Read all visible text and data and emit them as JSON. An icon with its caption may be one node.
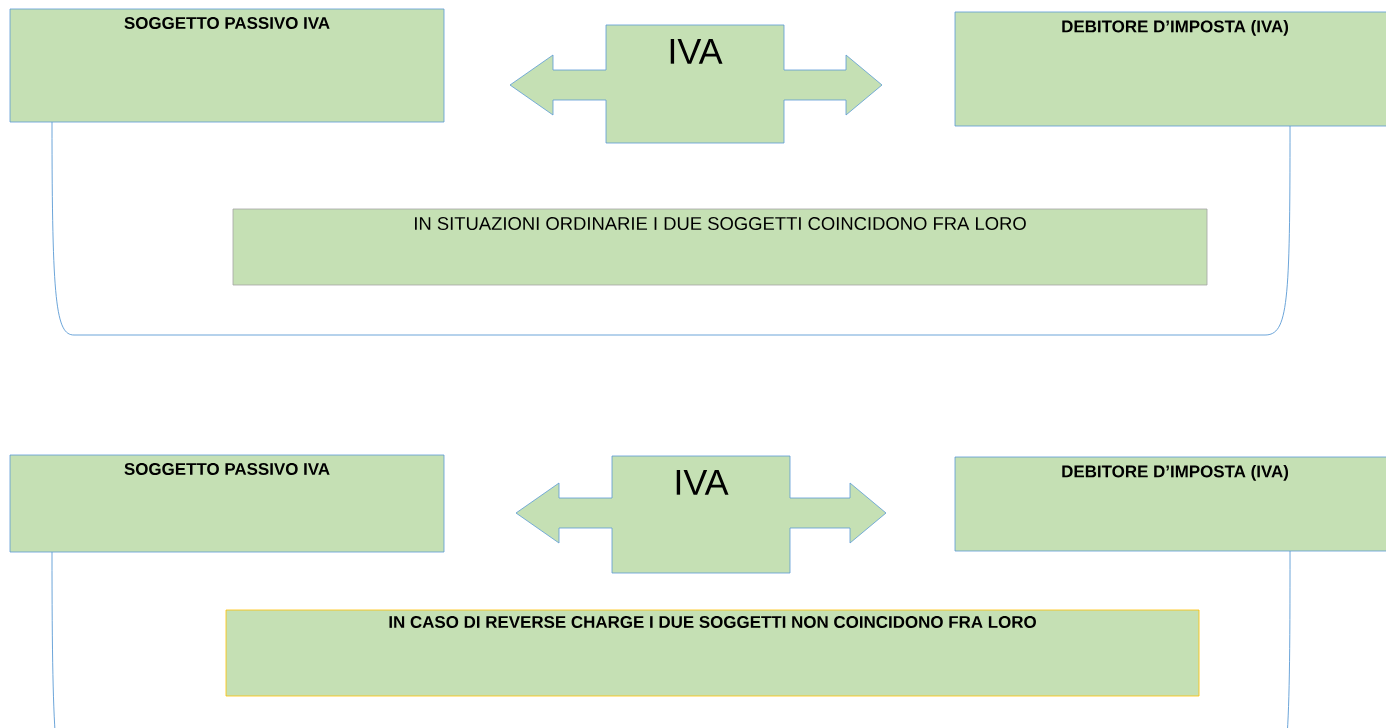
{
  "diagram": {
    "nodes": [
      {
        "text": [
          "SOGGETTO PASSIVO IVA"
        ]
      },
      {
        "text": [
          "IVA"
        ]
      },
      {
        "text": [
          "DEBITORE D’IMPOSTA (IVA)"
        ]
      },
      {
        "text": [
          "IN SITUAZIONI ORDINARIE I DUE SOGGETTI COINCIDONO FRA LORO"
        ]
      },
      {
        "text": [
          "SOGGETTO PASSIVO IVA"
        ]
      },
      {
        "text": [
          "IVA"
        ]
      },
      {
        "text": [
          "DEBITORE D’IMPOSTA (IVA)"
        ]
      },
      {
        "text": [
          "IN CASO DI REVERSE CHARGE I DUE SOGGETTI NON COINCIDONO FRA LORO"
        ]
      }
    ],
    "edges": [
      {
        "from": 0,
        "to": 2,
        "arrow": "none"
      },
      {
        "from": 4,
        "to": 6,
        "arrow": "none"
      }
    ]
  }
}
